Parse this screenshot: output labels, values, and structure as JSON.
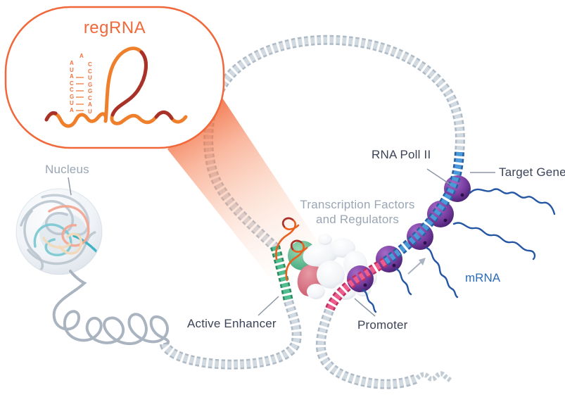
{
  "callout": {
    "title": "regRNA",
    "hairpin": {
      "apex": "A",
      "left": [
        "A",
        "U",
        "A",
        "C",
        "C",
        "G",
        "U",
        "A"
      ],
      "right": [
        "C",
        "C",
        "U",
        "G",
        "G",
        "C",
        "A",
        "U"
      ],
      "paired_bonds": 6
    }
  },
  "labels": {
    "nucleus": "Nucleus",
    "tf_line1": "Transcription Factors",
    "tf_line2": "and Regulators",
    "rna_pol": "RNA Poll II",
    "target_gene": "Target Gene",
    "mrna": "mRNA",
    "active_enhancer": "Active Enhancer",
    "promoter": "Promoter"
  },
  "palette": {
    "orange_accent": "#F1683A",
    "ribbon_orange": "#EF7F2A",
    "ribbon_dark_red": "#A8322A",
    "beam_orange": "#F05F2D",
    "dna_grey": "#CBD4DC",
    "dna_grey_shadow": "#A9B6C2",
    "enhancer_green": "#3FAF82",
    "promoter_pink": "#E94D7F",
    "gene_blue": "#3D8FD2",
    "polymerase_purple": "#5B2D85",
    "mrna_blue": "#2456A4",
    "label_dark": "#3C4357",
    "label_grey": "#9AA6B4",
    "mrna_label_blue": "#2A6CB7",
    "chromatin_teal": "#7CC9D2",
    "chromatin_salmon": "#F2A693",
    "chromatin_cream": "#F3D9B9"
  }
}
